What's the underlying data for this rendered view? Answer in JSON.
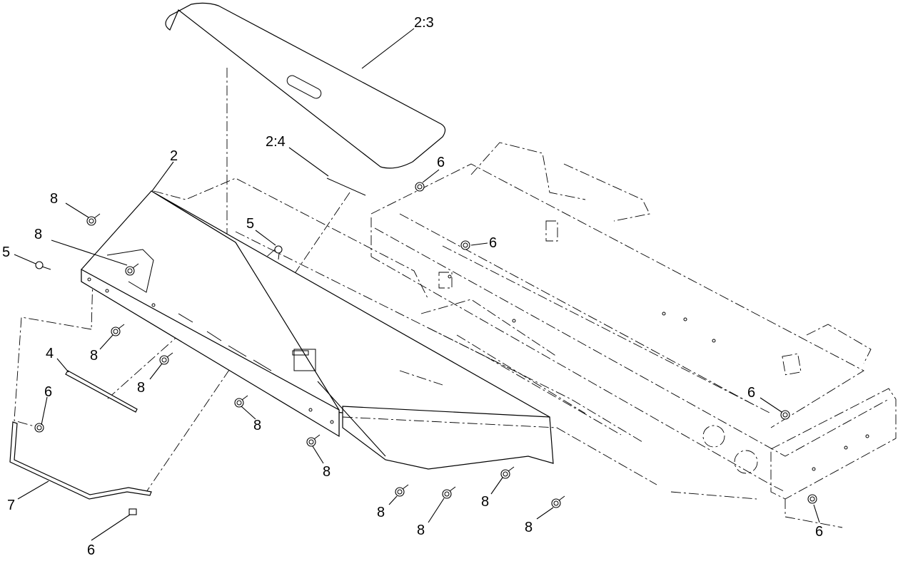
{
  "callouts": {
    "c_2_3": "2:3",
    "c_2_4": "2:4",
    "c_2": "2",
    "c_4": "4",
    "c_5_left": "5",
    "c_5_mid": "5",
    "c_6_top": "6",
    "c_6_mid": "6",
    "c_6_right": "6",
    "c_6_bottom_right": "6",
    "c_6_left": "6",
    "c_6_bottom_left": "6",
    "c_7": "7",
    "c_8_top": "8",
    "c_8_upper": "8",
    "c_8_a": "8",
    "c_8_b": "8",
    "c_8_c": "8",
    "c_8_d": "8",
    "c_8_e": "8",
    "c_8_f": "8",
    "c_8_g": "8",
    "c_8_h": "8"
  }
}
